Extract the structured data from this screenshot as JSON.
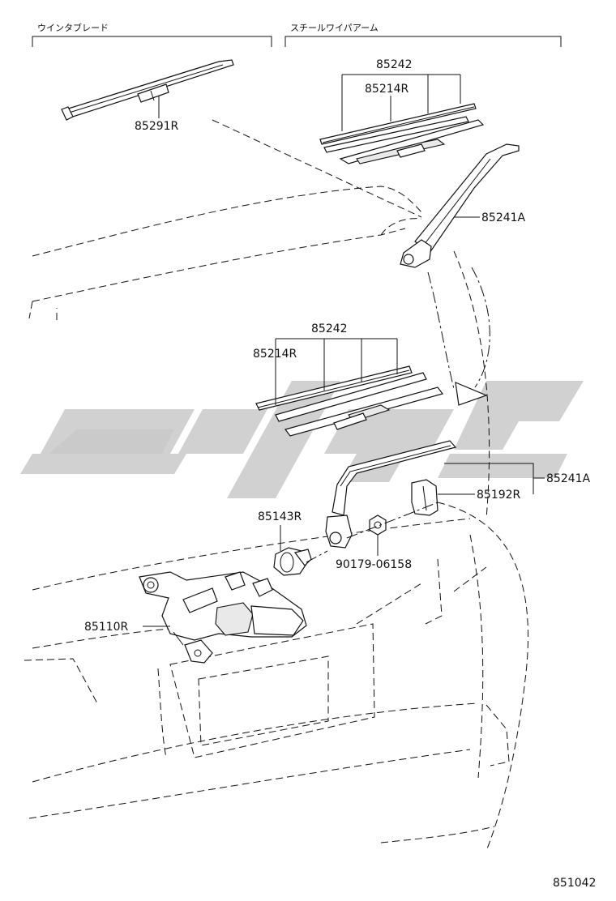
{
  "groups": {
    "wiper_blade": "ウインタブレード",
    "steel_wiper_arm": "スチールワイパアーム"
  },
  "parts": {
    "p85242_top": "85242",
    "p85214R_top": "85214R",
    "p85291R": "85291R",
    "p85241A_top": "85241A",
    "p85242_mid": "85242",
    "p85214R_mid": "85214R",
    "p85241A_bottom": "85241A",
    "p85192R": "85192R",
    "p85143R": "85143R",
    "p90179": "90179-06158",
    "p85110R": "85110R"
  },
  "figure_number": "851042"
}
